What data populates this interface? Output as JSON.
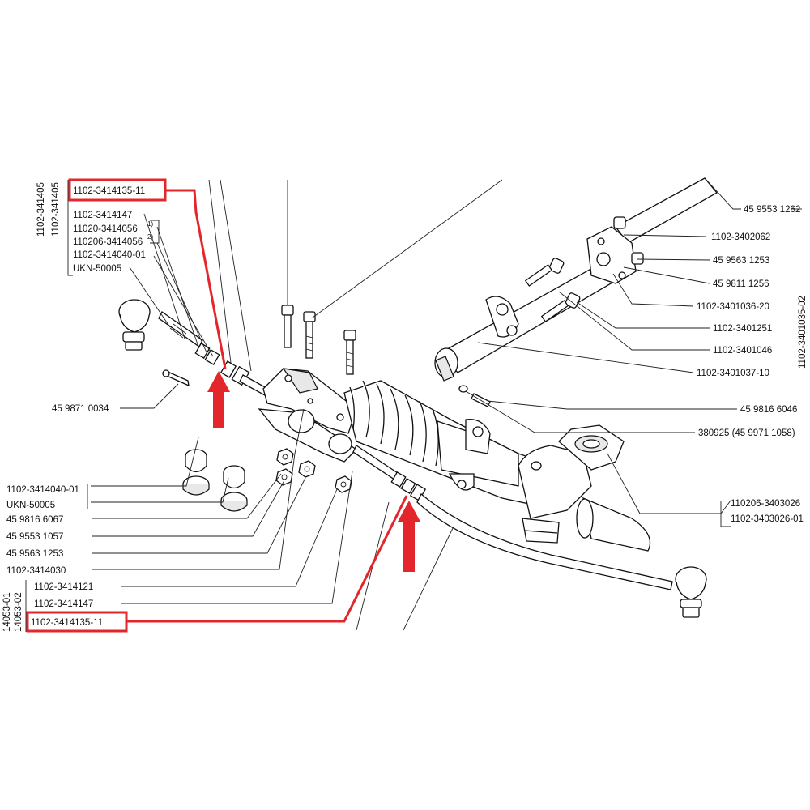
{
  "highlight_color": "#e3262b",
  "labels": {
    "top_left_vertical_1": "1102-341405",
    "top_left_vertical_2": "1102-341405",
    "top_highlight": "1102-3414135-11",
    "l1": "1102-3414147",
    "l2": "11020-3414056",
    "l2_note": "1)",
    "l3": "110206-3414056",
    "l3_note": "2)",
    "l4": "1102-3414040-01",
    "l5": "UKN-50005",
    "pin": "45 9871 0034",
    "b1": "1102-3414040-01",
    "b2": "UKN-50005",
    "b3": "45 9816 6067",
    "b4": "45 9553 1057",
    "b5": "45 9563 1253",
    "b6": "1102-3414030",
    "b7": "1102-3414121",
    "b8": "1102-3414147",
    "bottom_highlight": "1102-3414135-11",
    "bottom_left_vertical_1": "14053-01",
    "bottom_left_vertical_2": "14053-02",
    "r0": "45 9553 1262",
    "r1": "1102-3402062",
    "r2": "45 9563 1253",
    "r3": "45 9811 1256",
    "r4": "1102-3401036-20",
    "r5": "1102-3401251",
    "r6": "1102-3401046",
    "r7": "1102-3401037-10",
    "r8": "45 9816 6046",
    "r9": "380925  (45 9971 1058)",
    "r10": "110206-3403026",
    "r11": "1102-3403026-01",
    "right_vertical": "1102-3401035-02"
  }
}
